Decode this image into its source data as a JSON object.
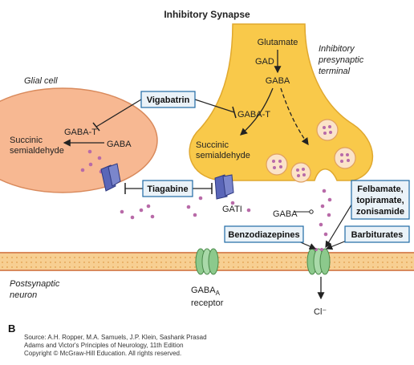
{
  "title": "Inhibitory Synapse",
  "panel_letter": "B",
  "labels": {
    "glial_cell": "Glial cell",
    "presynaptic_l1": "Inhibitory",
    "presynaptic_l2": "presynaptic",
    "presynaptic_l3": "terminal",
    "postsynaptic_l1": "Postsynaptic",
    "postsynaptic_l2": "neuron",
    "glutamate": "Glutamate",
    "gad": "GAD",
    "gaba_pre": "GABA",
    "gaba_t_pre": "GABA-T",
    "succinic_pre_l1": "Succinic",
    "succinic_pre_l2": "semialdehyde",
    "gaba_t_glial": "GABA-T",
    "gaba_glial": "GABA",
    "succinic_glial_l1": "Succinic",
    "succinic_glial_l2": "semialdehyde",
    "gati": "GATI",
    "gaba_cleft": "GABA",
    "gaba_a_receptor_main": "GABA",
    "gaba_a_receptor_sub": "A",
    "gaba_a_receptor_l2": "receptor",
    "chloride": "Cl⁻"
  },
  "drugs": {
    "vigabatrin": "Vigabatrin",
    "tiagabine": "Tiagabine",
    "benzodiazepines": "Benzodiazepines",
    "barbiturates": "Barbiturates",
    "felbamate_l1": "Felbamate,",
    "felbamate_l2": "topiramate,",
    "felbamate_l3": "zonisamide"
  },
  "source": {
    "line1": "Source: A.H. Ropper, M.A. Samuels, J.P. Klein, Sashank Prasad",
    "line2": "Adams and Victor's Principles of Neurology, 11th Edition",
    "line3": "Copyright © McGraw-Hill Education. All rights reserved."
  },
  "colors": {
    "presynaptic_fill": "#f9c94a",
    "glial_fill": "#f7b892",
    "membrane_fill": "#f7cf92",
    "receptor_fill": "#8cc98c",
    "transporter_fill": "#5a66b8",
    "vesicle_fill": "#fbe3c9",
    "gaba_dot": "#b86aa8",
    "drug_box_border": "#1f6aa5",
    "drug_box_fill": "#eaf2f8"
  }
}
